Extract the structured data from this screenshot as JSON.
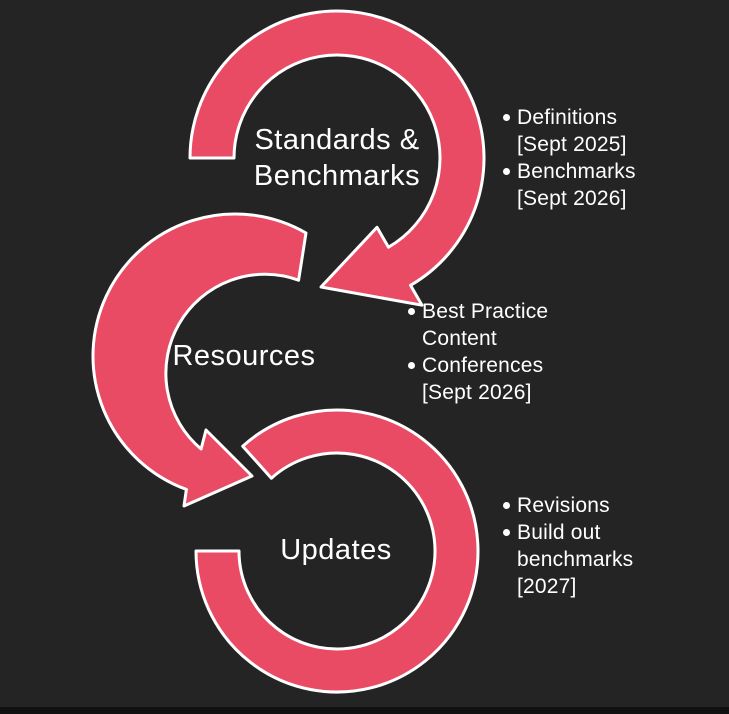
{
  "slide": {
    "background_color": "#242424",
    "accent_color": "#e94a64",
    "outline_color": "#ffffff",
    "text_color": "#ffffff"
  },
  "stages": [
    {
      "label": "Standards & Benchmarks",
      "bullets": [
        "Definitions [Sept 2025]",
        "Benchmarks [Sept 2026]"
      ]
    },
    {
      "label": "Resources",
      "bullets": [
        "Best Practice Content",
        "Conferences [Sept 2026]"
      ]
    },
    {
      "label": "Updates",
      "bullets": [
        "Revisions",
        "Build out benchmarks [2027]"
      ]
    }
  ]
}
